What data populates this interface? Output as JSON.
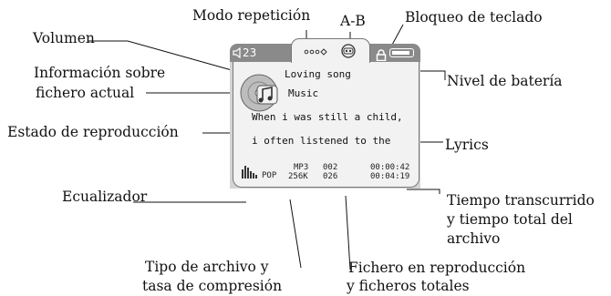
{
  "labels": {
    "volumen": "Volumen",
    "modo_repeticion": "Modo repetición",
    "ab": "A-B",
    "bloqueo_teclado": "Bloqueo de teclado",
    "info_fichero_1": "Información sobre",
    "info_fichero_2": "fichero actual",
    "nivel_bateria": "Nivel de batería",
    "estado_reproduccion": "Estado de reproducción",
    "lyrics": "Lyrics",
    "ecualizador": "Ecualizador",
    "tiempo_1": "Tiempo transcurrido",
    "tiempo_2": "y  tiempo  total  del",
    "tiempo_3": "archivo",
    "tipo_1": "Tipo  de  archivo  y",
    "tipo_2": "tasa de compresión",
    "fichero_1": "Fichero en reproducción",
    "fichero_2": "y ficheros totales"
  },
  "display": {
    "volume_value": "23",
    "song_title": "Loving song",
    "artist": "Music",
    "lyric_line_1": "When i was still a child,",
    "lyric_line_2": "i often listened to the",
    "file_type": "MP3",
    "bitrate": "256K",
    "eq_mode": "POP",
    "current_file": "002",
    "total_files": "026",
    "elapsed_time": "00:00:42",
    "total_time": "00:04:19",
    "battery_level": 1.0
  }
}
